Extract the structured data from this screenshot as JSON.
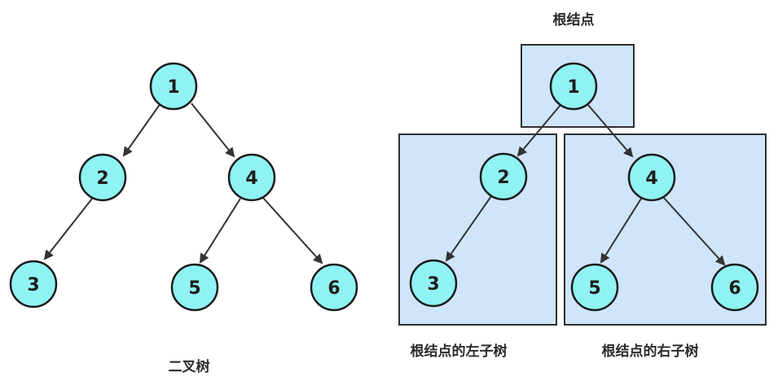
{
  "colors": {
    "node_fill": "#8ff3f3",
    "node_stroke": "#1a1a1a",
    "edge": "#333333",
    "box_fill": "#cfe5fb",
    "box_stroke": "#2f2f2f"
  },
  "left_tree": {
    "caption": "二叉树",
    "nodes": [
      "1",
      "2",
      "4",
      "3",
      "5",
      "6"
    ]
  },
  "right_tree": {
    "root_caption": "根结点",
    "left_subtree_caption": "根结点的左子树",
    "right_subtree_caption": "根结点的右子树",
    "nodes": [
      "1",
      "2",
      "4",
      "3",
      "5",
      "6"
    ]
  }
}
